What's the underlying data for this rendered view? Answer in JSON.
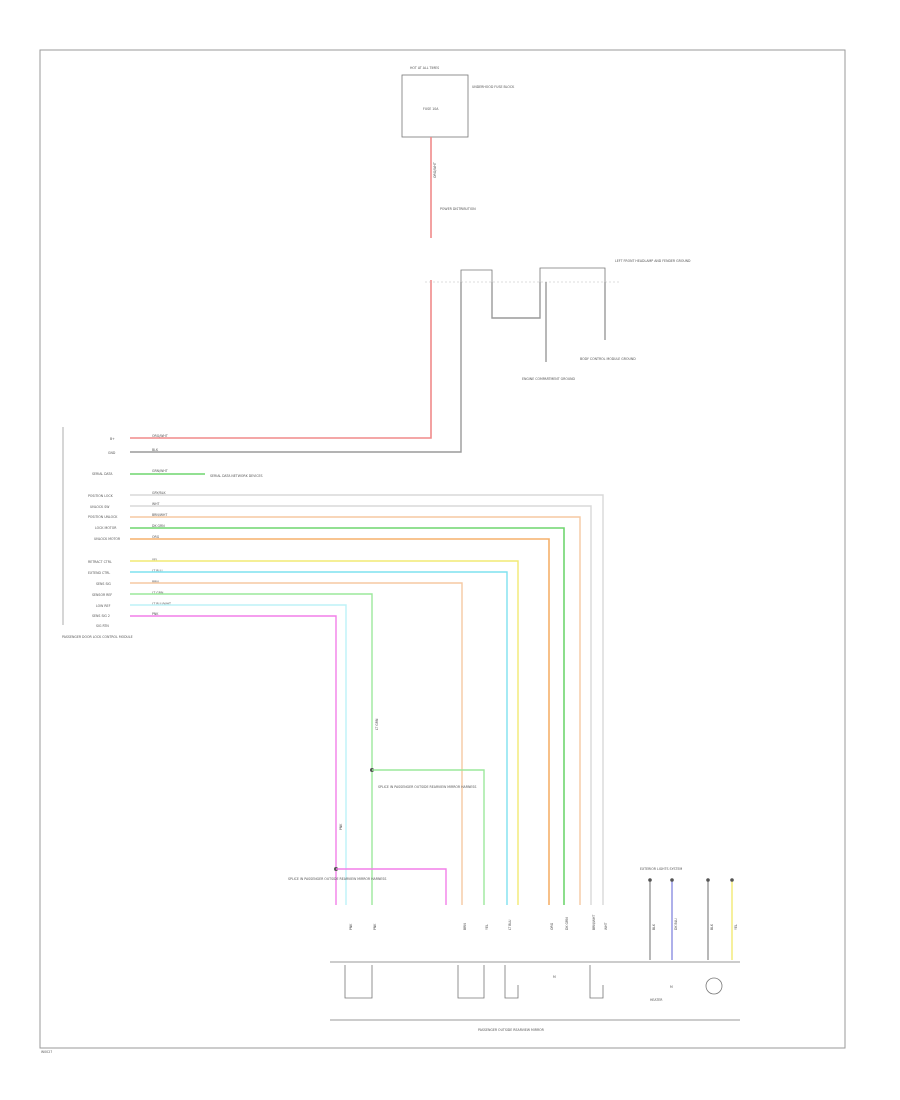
{
  "page_id": "W0027",
  "colors": {
    "red": "#f08a8a",
    "gray": "#9a9a9a",
    "light_gray": "#d8d8d8",
    "green": "#6fd66f",
    "orange": "#f5b06b",
    "yellow": "#f2ea73",
    "cyan": "#7fe2ef",
    "pink": "#f27fe8",
    "light_green": "#9ce89c",
    "peach": "#f6c9a2",
    "blue": "#8b8fe0",
    "dark": "#555555"
  },
  "top_fuse": {
    "header": "HOT AT ALL TIMES",
    "fuse": "FUSE 10A",
    "block": "UNDERHOOD FUSE BLOCK"
  },
  "top_wire": {
    "color_code": "ORG/WHT",
    "power_label": "POWER DISTRIBUTION"
  },
  "ground_junction": {
    "label": "LEFT FRONT HEADLAMP AND FENDER GROUND",
    "ground_a": "ENGINE COMPARTMENT GROUND",
    "ground_b": "BODY CONTROL MODULE GROUND"
  },
  "module": {
    "name": "PASSENGER DOOR LOCK CONTROL MODULE",
    "pins": [
      "B+",
      "GND",
      "SERIAL DATA",
      "",
      "POSITION LOCK",
      "UNLOCK SW",
      "POSITION UNLOCK",
      "LOCK MOTOR",
      "UNLOCK MOTOR",
      "",
      "RETRACT CTRL",
      "EXTEND CTRL",
      "SENS SIG",
      "SENSOR REF",
      "LOW REF",
      "SENS SIG 2",
      "SIG RTN"
    ],
    "wire_codes": [
      "ORG/WHT",
      "BLK",
      "GRN/WHT",
      "",
      "GRY/BLK",
      "WHT",
      "BRN/WHT",
      "DK GRN",
      "ORG",
      "",
      "YEL",
      "LT BLU",
      "BRN",
      "LT GRN",
      "LT BLU/WHT",
      "PNK"
    ],
    "serial_note": "SERIAL DATA NETWORK DEVICES"
  },
  "mid_splice": {
    "wire": "LT GRN",
    "label": "SPLICE IN PASSENGER OUTSIDE REARVIEW MIRROR HARNESS"
  },
  "low_splice": {
    "wire": "PNK",
    "label": "SPLICE IN PASSENGER OUTSIDE REARVIEW MIRROR HARNESS"
  },
  "mirror": {
    "name": "PASSENGER OUTSIDE REARVIEW MIRROR",
    "lamp_group": "EXTERIOR LIGHTS SYSTEM",
    "lamp_wires": [
      "BLK",
      "DK BLU",
      "BLK",
      "YEL"
    ],
    "terminal_wires": [
      "PNK",
      "PNK",
      "BRN",
      "YEL",
      "LT BLU",
      "DK GRN",
      "ORG",
      "BRN/WHT",
      "WHT"
    ],
    "motor_label": "M",
    "heater_label": "HEATER"
  }
}
